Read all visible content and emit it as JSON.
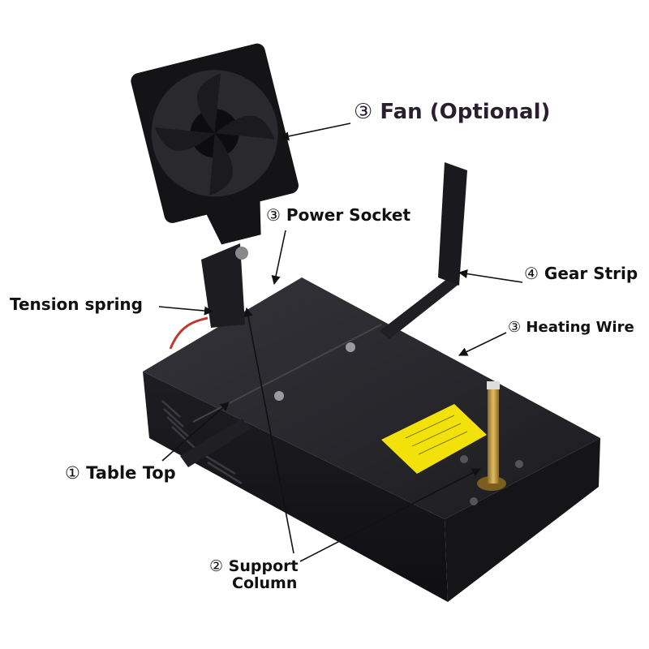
{
  "labels": {
    "fan": {
      "num": "③",
      "text": "Fan (Optional)"
    },
    "power_socket": {
      "num": "③",
      "text": "Power Socket"
    },
    "gear_strip": {
      "num": "④",
      "text": "Gear Strip"
    },
    "tension_spring": {
      "text": "Tension spring"
    },
    "heating_wire": {
      "num": "③",
      "text": "Heating Wire"
    },
    "table_top": {
      "num": "①",
      "text": "Table Top"
    },
    "support_column": {
      "num": "②",
      "line1": "Support",
      "line2": "Column"
    }
  },
  "colors": {
    "device_body": "#1b1b1f",
    "device_top": "#26262b",
    "label_sticker": "#f2e20a",
    "brass_post": "#c8a040",
    "arrow": "#111111",
    "background": "#ffffff"
  }
}
